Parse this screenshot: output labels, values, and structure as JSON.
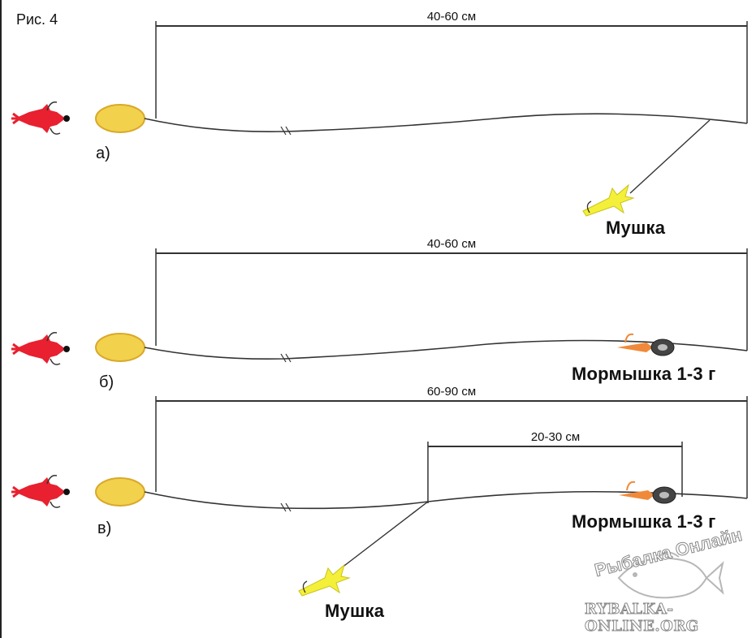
{
  "figure": {
    "label": "Рис. 4"
  },
  "rigs": [
    {
      "sub_label": "а)",
      "distance_label": "40-60 см",
      "lure_label": "Мушка",
      "lure": "fly-icon"
    },
    {
      "sub_label": "б)",
      "distance_label": "40-60 см",
      "lure_label": "Мормышка 1-3 г",
      "lure": "mormyshka-icon"
    },
    {
      "sub_label": "в)",
      "distance_label": "60-90 см",
      "inner_distance_label": "20-30 см",
      "lure_label": "Мормышка 1-3 г",
      "lure2_label": "Мушка"
    }
  ],
  "watermark": {
    "name": "Рыбалка Онлайн",
    "url": "RYBALKA-ONLINE.ORG",
    "icon": "fish-icon"
  },
  "colors": {
    "squid": "#e8202f",
    "float": "#f2d14c",
    "fly": "#f4f03a",
    "mormyshka_body": "#f08a3a",
    "line": "#333333"
  }
}
